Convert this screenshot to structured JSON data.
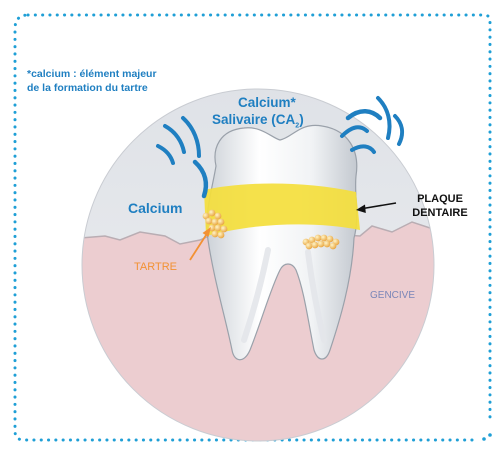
{
  "note": {
    "line1": "*calcium : élément majeur",
    "line2": "de la formation du tartre"
  },
  "labels": {
    "calcium_top_1": "Calcium*",
    "calcium_top_2": "Salivaire (CA",
    "calcium_top_sub": "2",
    "calcium_top_close": ")",
    "calcium_left": "Calcium",
    "plaque_1": "PLAQUE",
    "plaque_2": "DENTAIRE",
    "tartre": "TARTRE",
    "gencive": "GENCIVE"
  },
  "colors": {
    "border_dots": "#1f9fd6",
    "calcium_blue": "#1f7fc1",
    "gum_pink": "#eccdd0",
    "saliva_bg": "#e4e6ea",
    "plaque_yellow": "#f4de3c",
    "tartar_orange": "#f29133",
    "gencive_text": "#7a86b8"
  }
}
